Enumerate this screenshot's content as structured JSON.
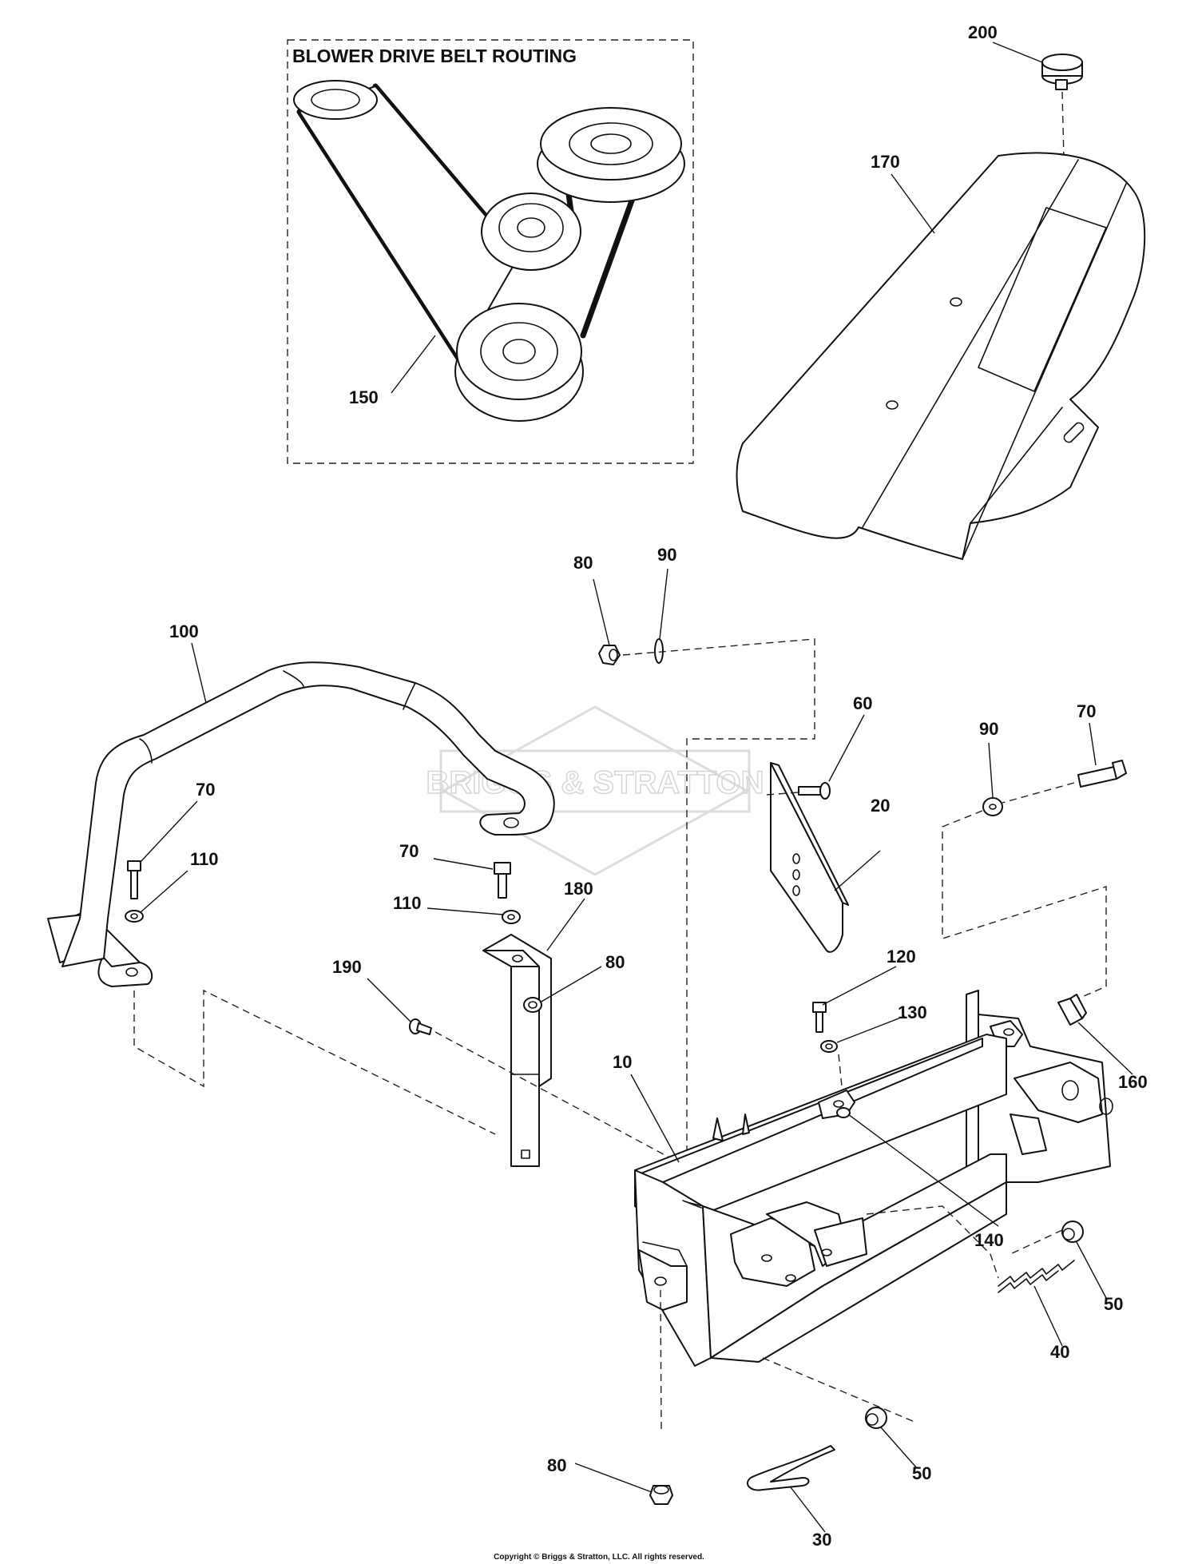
{
  "inset": {
    "title": "BLOWER DRIVE BELT ROUTING"
  },
  "watermark": {
    "text": "BRIGGS & STRATTON"
  },
  "callouts": {
    "c200": "200",
    "c170": "170",
    "c150": "150",
    "c80_top": "80",
    "c90_top": "90",
    "c100": "100",
    "c60": "60",
    "c90_right": "90",
    "c70_right": "70",
    "c70_left": "70",
    "c110_left": "110",
    "c70_mid": "70",
    "c110_mid": "110",
    "c180": "180",
    "c80_mid": "80",
    "c20": "20",
    "c190": "190",
    "c120": "120",
    "c130": "130",
    "c160": "160",
    "c10": "10",
    "c140": "140",
    "c50_right": "50",
    "c40": "40",
    "c80_bottom": "80",
    "c50_bottom": "50",
    "c30": "30"
  },
  "footer": {
    "copyright": "Copyright © Briggs & Stratton, LLC. All rights reserved."
  }
}
